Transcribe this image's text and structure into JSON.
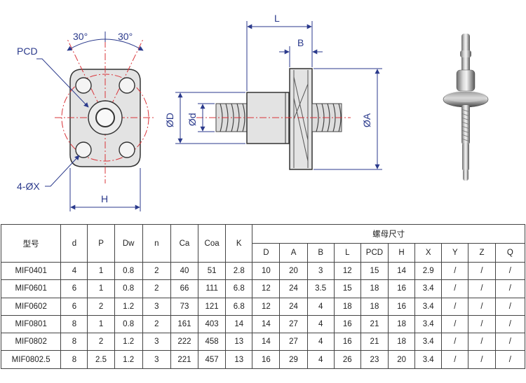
{
  "labels": {
    "pcd": "PCD",
    "angle_left": "30°",
    "angle_right": "30°",
    "holes": "4-ØX",
    "h": "H",
    "l": "L",
    "b": "B",
    "od": "ØD",
    "od_small": "Ød",
    "oa": "ØA"
  },
  "table": {
    "group_header": "螺母尺寸",
    "headers": [
      "型号",
      "d",
      "P",
      "Dw",
      "n",
      "Ca",
      "Coa",
      "K"
    ],
    "sub_headers": [
      "D",
      "A",
      "B",
      "L",
      "PCD",
      "H",
      "X",
      "Y",
      "Z",
      "Q"
    ],
    "rows": [
      [
        "MIF0401",
        "4",
        "1",
        "0.8",
        "2",
        "40",
        "51",
        "2.8",
        "10",
        "20",
        "3",
        "12",
        "15",
        "14",
        "2.9",
        "/",
        "/",
        "/"
      ],
      [
        "MIF0601",
        "6",
        "1",
        "0.8",
        "2",
        "66",
        "111",
        "6.8",
        "12",
        "24",
        "3.5",
        "15",
        "18",
        "16",
        "3.4",
        "/",
        "/",
        "/"
      ],
      [
        "MIF0602",
        "6",
        "2",
        "1.2",
        "3",
        "73",
        "121",
        "6.8",
        "12",
        "24",
        "4",
        "18",
        "18",
        "16",
        "3.4",
        "/",
        "/",
        "/"
      ],
      [
        "MIF0801",
        "8",
        "1",
        "0.8",
        "2",
        "161",
        "403",
        "14",
        "14",
        "27",
        "4",
        "16",
        "21",
        "18",
        "3.4",
        "/",
        "/",
        "/"
      ],
      [
        "MIF0802",
        "8",
        "2",
        "1.2",
        "3",
        "222",
        "458",
        "13",
        "14",
        "27",
        "4",
        "16",
        "21",
        "18",
        "3.4",
        "/",
        "/",
        "/"
      ],
      [
        "MIF0802.5",
        "8",
        "2.5",
        "1.2",
        "3",
        "221",
        "457",
        "13",
        "16",
        "29",
        "4",
        "26",
        "23",
        "20",
        "3.4",
        "/",
        "/",
        "/"
      ]
    ]
  },
  "colors": {
    "dimension": "#2b3a8c",
    "centerline": "#d9343a",
    "part_fill": "#e3e3e3",
    "outline": "#333333"
  }
}
